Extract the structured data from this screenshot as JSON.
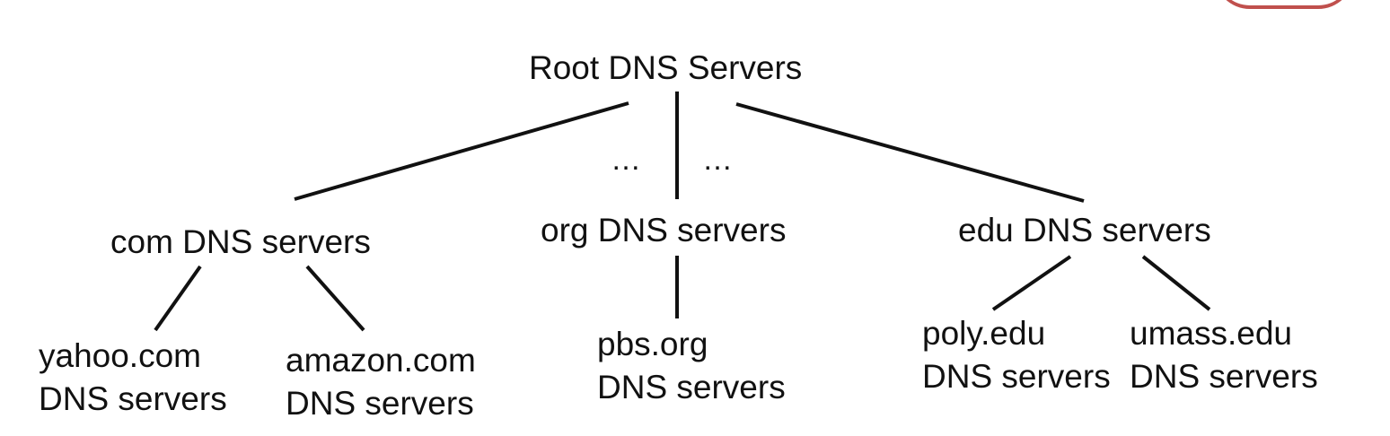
{
  "nodes": {
    "root": {
      "lines": [
        "Root DNS Servers"
      ]
    },
    "com": {
      "lines": [
        "com DNS servers"
      ]
    },
    "org": {
      "lines": [
        "org DNS servers"
      ]
    },
    "edu": {
      "lines": [
        "edu DNS servers"
      ]
    },
    "yahoo": {
      "lines": [
        "yahoo.com",
        "DNS servers"
      ]
    },
    "amazon": {
      "lines": [
        "amazon.com",
        "DNS servers"
      ]
    },
    "pbs": {
      "lines": [
        "pbs.org",
        "DNS servers"
      ]
    },
    "poly": {
      "lines": [
        "poly.edu",
        "DNS servers"
      ]
    },
    "umass": {
      "lines": [
        "umass.edu",
        "DNS servers"
      ]
    }
  },
  "ellipsis": {
    "left": "…",
    "right": "…"
  },
  "colors": {
    "line": "#111111",
    "accent": "#c0504d"
  }
}
